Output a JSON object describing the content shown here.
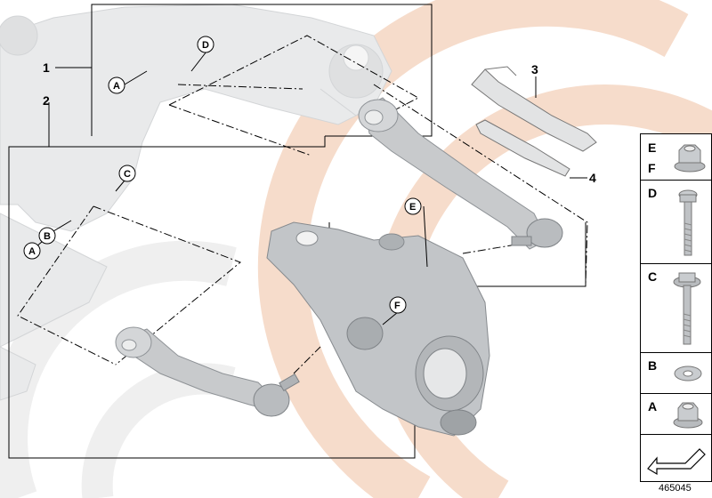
{
  "callouts": {
    "n1": "1",
    "n2": "2",
    "n3": "3",
    "n4": "4"
  },
  "circle_labels": {
    "top_A": "A",
    "top_D": "D",
    "mid_C": "C",
    "mid_A": "A",
    "mid_B": "B",
    "E": "E",
    "F": "F"
  },
  "legend": {
    "E": "E",
    "F": "F",
    "D": "D",
    "C": "C",
    "B": "B",
    "A": "A"
  },
  "reference_number": "465045",
  "colors": {
    "watermark": "#f6dccb",
    "part_fill": "#c8cacc",
    "part_dark": "#9b9fa3",
    "frame_light": "#e6e7e8"
  }
}
